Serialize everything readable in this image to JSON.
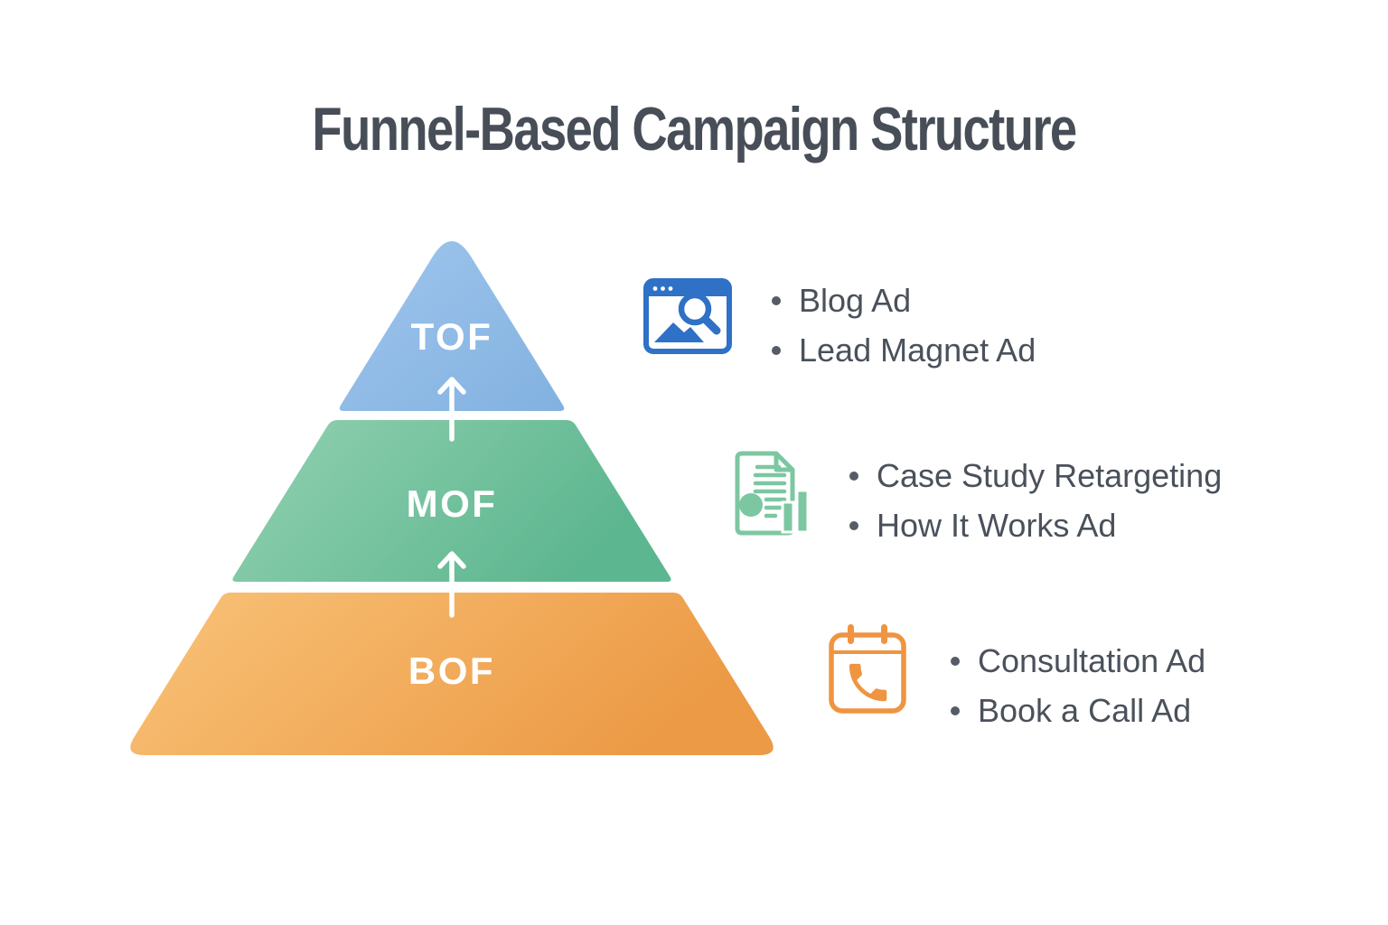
{
  "title": "Funnel-Based Campaign Structure",
  "title_color": "#474e57",
  "background_color": "#ffffff",
  "funnel": {
    "tiers": [
      {
        "id": "tof",
        "label": "TOF",
        "color_start": "#9fc6ed",
        "color_end": "#82b1e0"
      },
      {
        "id": "mof",
        "label": "MOF",
        "color_start": "#93d1b1",
        "color_end": "#5cb68f"
      },
      {
        "id": "bof",
        "label": "BOF",
        "color_start": "#f9c379",
        "color_end": "#ec9a45"
      }
    ],
    "label_color": "#ffffff",
    "arrow_color": "#ffffff"
  },
  "legend": {
    "text_color": "#4a515b",
    "bullet_color": "#565c66",
    "rows": [
      {
        "tier": "TOF",
        "icon": "browser-search-icon",
        "icon_color": "#2e71c6",
        "items": [
          "Blog Ad",
          "Lead Magnet Ad"
        ]
      },
      {
        "tier": "MOF",
        "icon": "case-study-report-icon",
        "icon_color": "#7cc7a2",
        "items": [
          "Case Study Retargeting",
          "How It Works Ad"
        ]
      },
      {
        "tier": "BOF",
        "icon": "calendar-call-icon",
        "icon_color": "#ef9440",
        "items": [
          "Consultation Ad",
          "Book a Call Ad"
        ]
      }
    ]
  }
}
